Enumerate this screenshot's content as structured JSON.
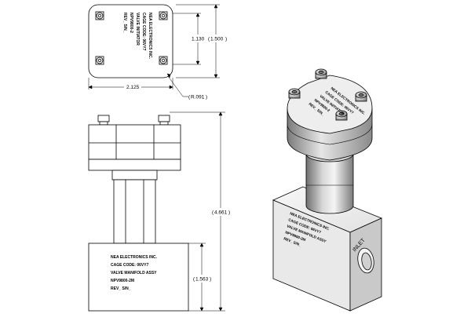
{
  "top_view": {
    "labels": [
      "NEA ELECTRONICS INC.",
      "CAGE CODE: 06VY7",
      "VALVE INITIATOR",
      "NPV9800-2",
      "REV_ S/N_"
    ],
    "dims": {
      "width": "2.125",
      "height": "1.130",
      "overall_height": "1.500",
      "radius": "R.091"
    }
  },
  "front_view": {
    "labels": [
      "NEA ELECTRONICS INC.",
      "CAGE CODE: 06VY7",
      "VALVE MANIFOLD ASSY",
      "NPV9800-2M",
      "REV_ S/N_"
    ],
    "dims": {
      "total_height": "4.661",
      "body_height": "1.563"
    }
  },
  "iso_view": {
    "cap_labels": [
      "NEA ELECTRONICS INC.",
      "CAGE CODE: 06VY7",
      "VALVE INITIATOR",
      "NPV9800-2",
      "REV_ S/N_"
    ],
    "body_labels": [
      "NEA ELECTRONICS INC.",
      "CAGE CODE: 06VY7",
      "VALVE MANIFOLD ASSY",
      "NPV9800-2M",
      "REV_ S/N_"
    ],
    "port_label": "INLET"
  },
  "colors": {
    "line": "#000000",
    "shade_light": "#f2f2f2",
    "shade_mid": "#d9d9d9",
    "shade_dark": "#a6a6a6"
  }
}
